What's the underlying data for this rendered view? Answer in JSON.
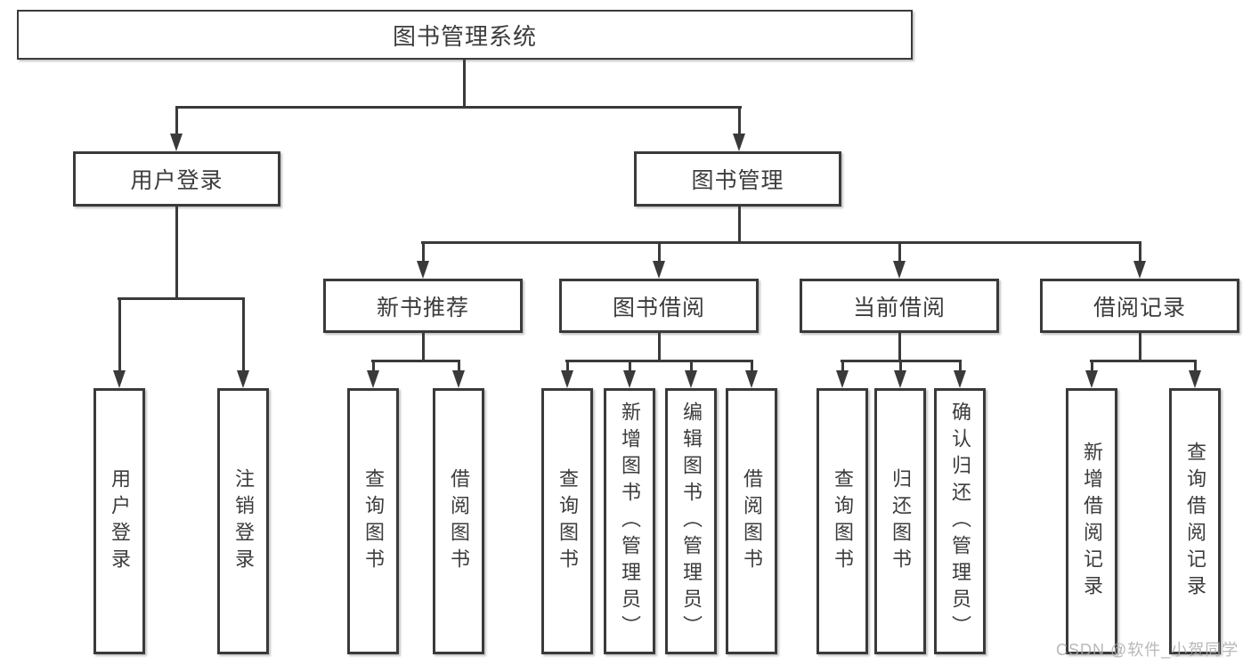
{
  "diagram": {
    "type": "org-tree",
    "nodes": {
      "root": "图书管理系统",
      "level2": [
        "用户登录",
        "图书管理"
      ],
      "level3": [
        "新书推荐",
        "图书借阅",
        "当前借阅",
        "借阅记录"
      ],
      "leaves": [
        "用户登录",
        "注销登录",
        "查询图书",
        "借阅图书",
        "查询图书",
        "新增图书（管理员）",
        "编辑图书（管理员）",
        "借阅图书",
        "查询图书",
        "归还图书",
        "确认归还（管理员）",
        "新增借阅记录",
        "查询借阅记录"
      ]
    },
    "tree": {
      "label": "图书管理系统",
      "children": [
        {
          "label": "用户登录",
          "children": [
            {
              "label": "用户登录"
            },
            {
              "label": "注销登录"
            }
          ]
        },
        {
          "label": "图书管理",
          "children": [
            {
              "label": "新书推荐",
              "children": [
                {
                  "label": "查询图书"
                },
                {
                  "label": "借阅图书"
                }
              ]
            },
            {
              "label": "图书借阅",
              "children": [
                {
                  "label": "查询图书"
                },
                {
                  "label": "新增图书（管理员）"
                },
                {
                  "label": "编辑图书（管理员）"
                },
                {
                  "label": "借阅图书"
                }
              ]
            },
            {
              "label": "当前借阅",
              "children": [
                {
                  "label": "查询图书"
                },
                {
                  "label": "归还图书"
                },
                {
                  "label": "确认归还（管理员）"
                }
              ]
            },
            {
              "label": "借阅记录",
              "children": [
                {
                  "label": "新增借阅记录"
                },
                {
                  "label": "查询借阅记录"
                }
              ]
            }
          ]
        }
      ]
    },
    "watermark": "CSDN @软件_小贺同学",
    "colors": {
      "line": "#3a3a3a",
      "box_fill": "#ffffff",
      "text": "#3c3c3c",
      "watermark": "#acacac"
    }
  }
}
